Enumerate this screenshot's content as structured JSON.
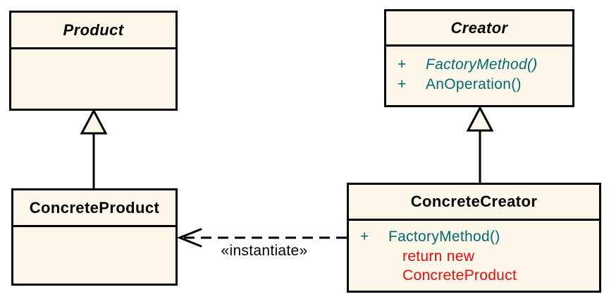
{
  "colors": {
    "background": "#ffffff",
    "box_fill": "#FCF7E9",
    "box_border": "#000000",
    "title_text": "#000000",
    "method_text": "#006A70",
    "annotation_text": "#E90D0D",
    "label_text": "#000000"
  },
  "classes": {
    "product": {
      "name": "Product",
      "abstract": true
    },
    "creator": {
      "name": "Creator",
      "abstract": true,
      "methods": [
        {
          "visibility": "+",
          "text": "FactoryMethod()",
          "abstract": true
        },
        {
          "visibility": "+",
          "text": "AnOperation()",
          "abstract": false
        }
      ]
    },
    "concrete_product": {
      "name": "ConcreteProduct",
      "abstract": false
    },
    "concrete_creator": {
      "name": "ConcreteCreator",
      "abstract": false,
      "methods": [
        {
          "visibility": "+",
          "text": "FactoryMethod()",
          "abstract": false
        }
      ],
      "annotation_lines": [
        "return new",
        "ConcreteProduct"
      ]
    }
  },
  "relationships": {
    "generalization_product": {
      "type": "generalization",
      "from": "ConcreteProduct",
      "to": "Product"
    },
    "generalization_creator": {
      "type": "generalization",
      "from": "ConcreteCreator",
      "to": "Creator"
    },
    "instantiate": {
      "type": "dependency",
      "from": "ConcreteCreator",
      "to": "ConcreteProduct",
      "label": "«instantiate»"
    }
  }
}
